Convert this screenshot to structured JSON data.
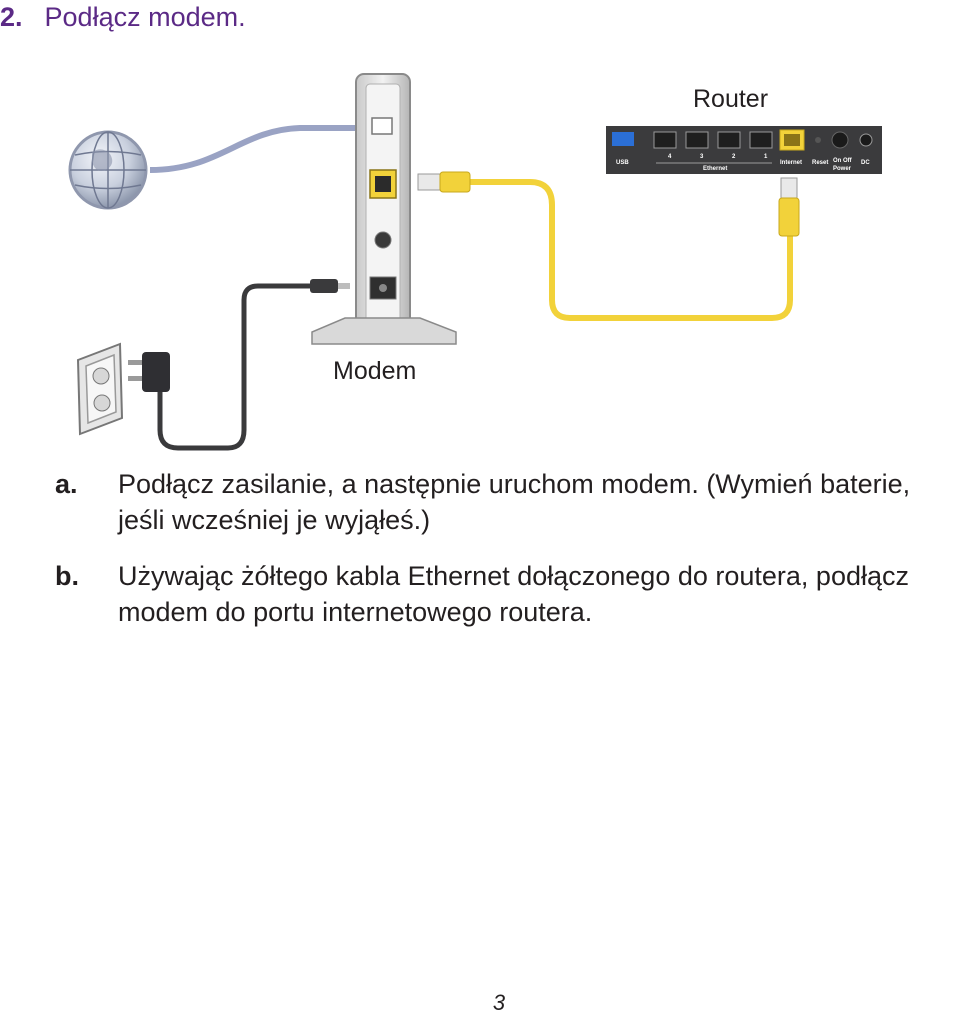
{
  "section": {
    "number": "2.",
    "title": "Podłącz modem."
  },
  "diagram": {
    "modem_label": "Modem",
    "router_label": "Router",
    "router_ports": [
      "USB",
      "4",
      "3",
      "2",
      "1",
      "Ethernet",
      "Internet",
      "Reset",
      "On",
      "Off",
      "Power",
      "DC"
    ],
    "colors": {
      "heading": "#5b2a86",
      "ethernet_cable": "#f2d23a",
      "router_body": "#3b3b3d",
      "globe": "#b9c3d6"
    }
  },
  "steps": [
    {
      "letter": "a.",
      "text": "Podłącz zasilanie, a następnie uruchom modem. (Wymień baterie, jeśli wcześniej je wyjąłeś.)"
    },
    {
      "letter": "b.",
      "text": "Używając żółtego kabla Ethernet dołączonego do routera, podłącz modem do portu internetowego routera."
    }
  ],
  "page_number": "3"
}
